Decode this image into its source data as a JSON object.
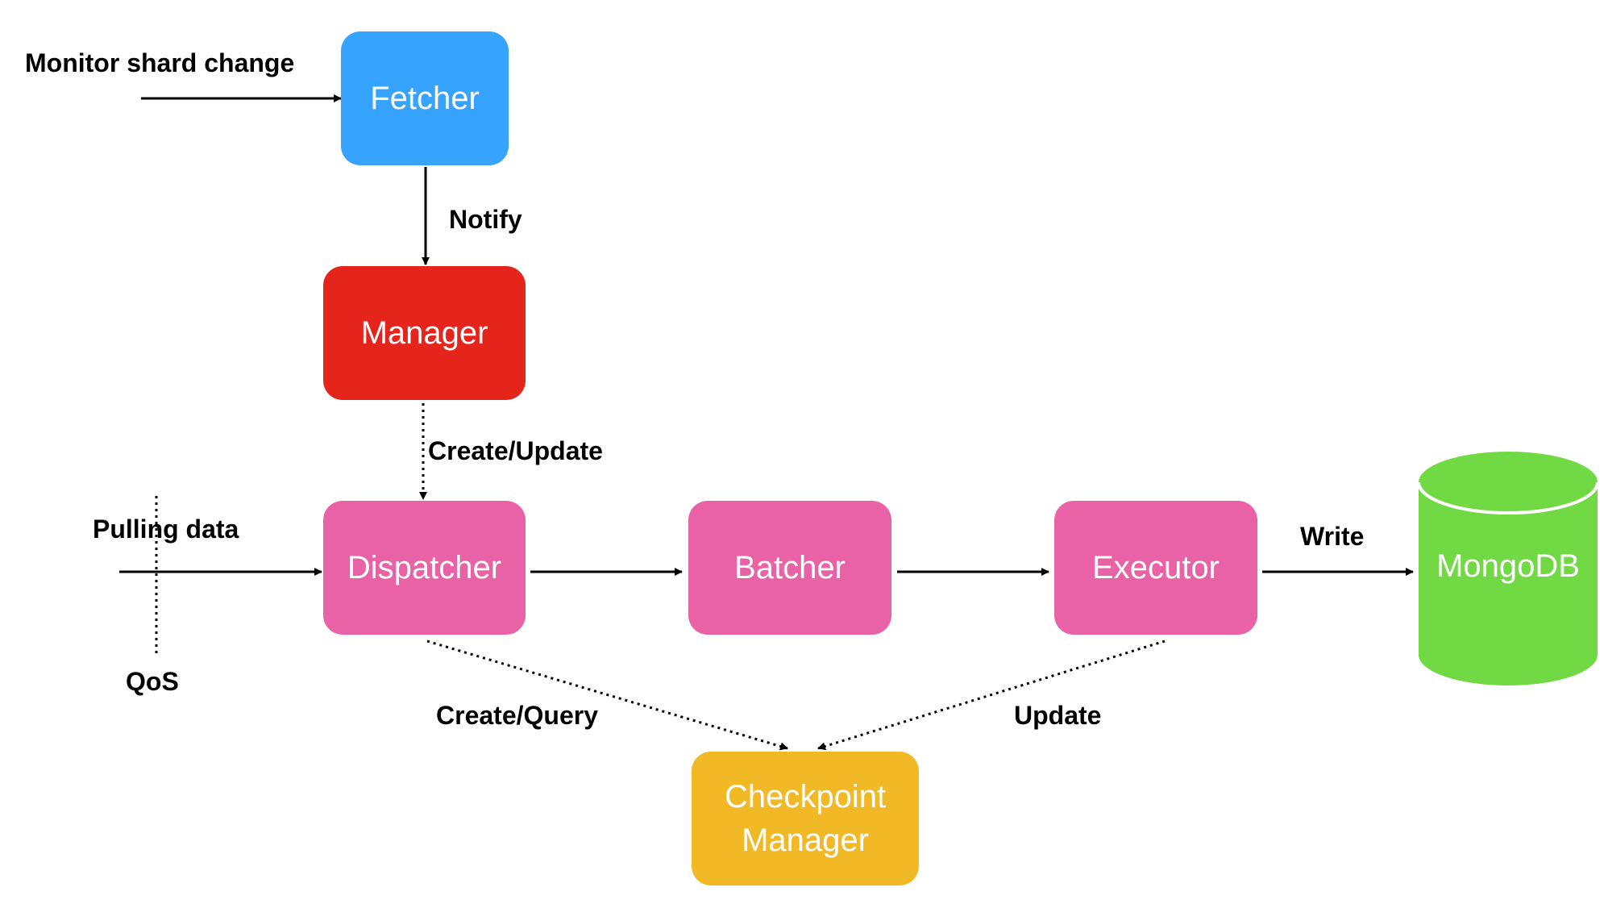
{
  "nodes": {
    "fetcher": "Fetcher",
    "manager": "Manager",
    "dispatcher": "Dispatcher",
    "batcher": "Batcher",
    "executor": "Executor",
    "checkpoint_manager": "Checkpoint\nManager",
    "mongodb": "MongoDB"
  },
  "edge_labels": {
    "monitor_shard_change": "Monitor shard change",
    "notify": "Notify",
    "create_update": "Create/Update",
    "pulling_data": "Pulling data",
    "qos": "QoS",
    "create_query": "Create/Query",
    "update": "Update",
    "write": "Write"
  },
  "colors": {
    "fetcher": "#36a3ff",
    "manager": "#e5241c",
    "pipeline": "#e862a5",
    "checkpoint": "#f2b927",
    "mongodb": "#71d943",
    "line": "#000000"
  }
}
